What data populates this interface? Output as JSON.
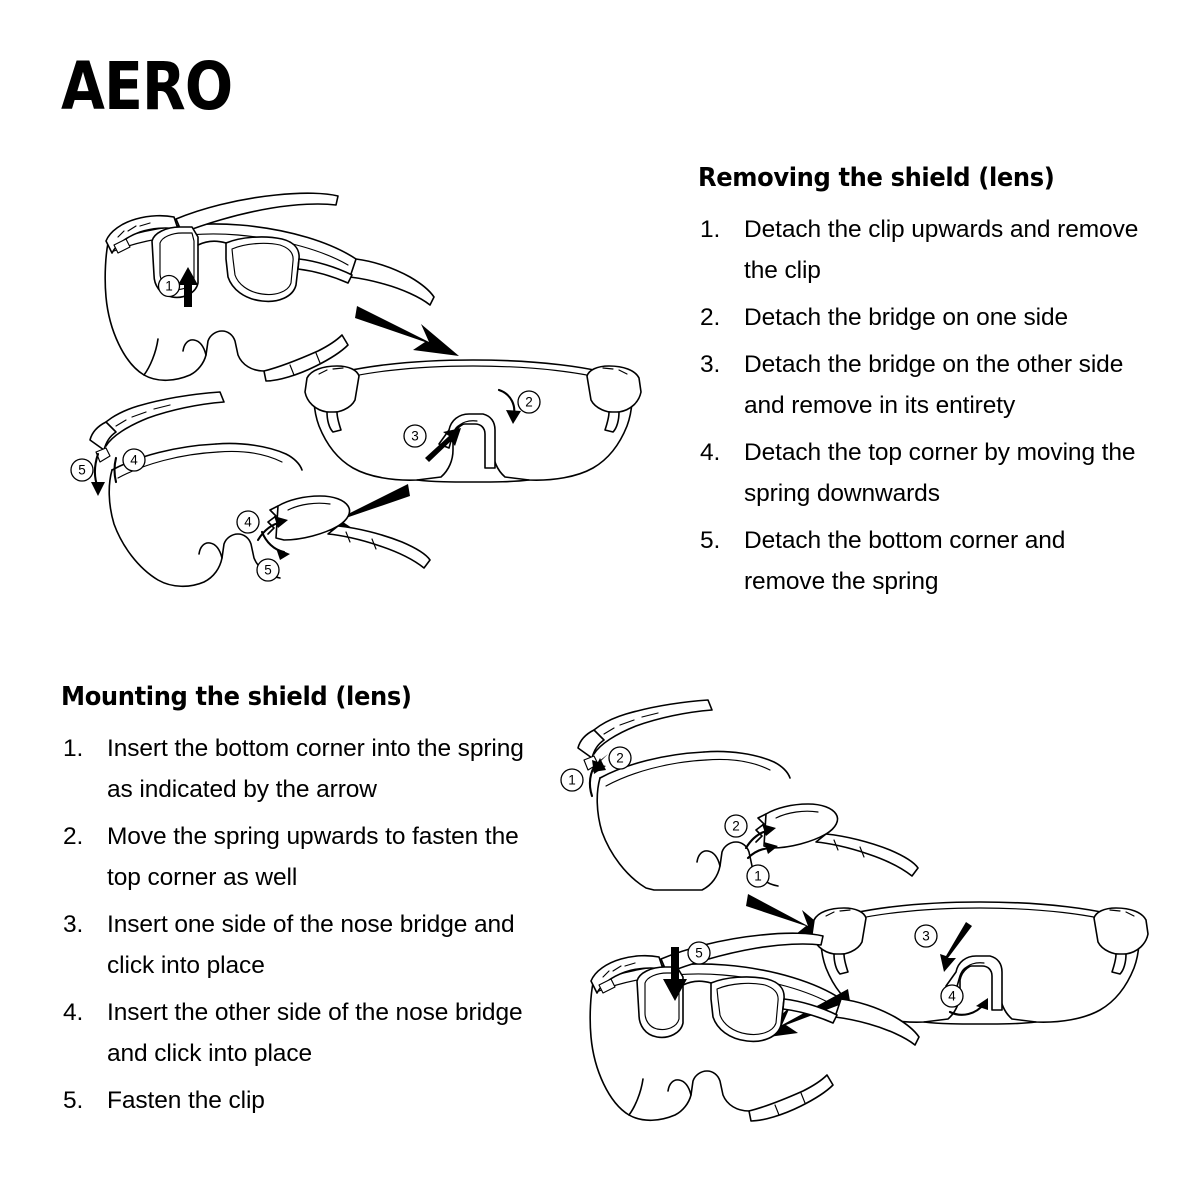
{
  "title": "AERO",
  "removal": {
    "heading": "Removing the shield (lens)",
    "steps": [
      {
        "num": "1.",
        "text": "Detach the clip upwards and remove the clip"
      },
      {
        "num": "2.",
        "text": "Detach the bridge on one side"
      },
      {
        "num": "3.",
        "text": "Detach the bridge on the other side and remove in its entirety"
      },
      {
        "num": "4.",
        "text": "Detach the top corner by moving the spring downwards"
      },
      {
        "num": "5.",
        "text": "Detach the bottom corner and remove the spring"
      }
    ]
  },
  "mounting": {
    "heading": "Mounting the shield (lens)",
    "steps": [
      {
        "num": "1.",
        "text": "Insert the bottom corner into the spring as indicated by the arrow"
      },
      {
        "num": "2.",
        "text": "Move the spring upwards to fasten the top corner as well"
      },
      {
        "num": "3.",
        "text": "Insert one side of the nose bridge and click into place"
      },
      {
        "num": "4.",
        "text": "Insert the other side of the nose bridge and click into place"
      },
      {
        "num": "5.",
        "text": "Fasten the clip"
      }
    ]
  },
  "callouts": {
    "removal_fig1": [
      "1"
    ],
    "removal_fig2": [
      "2",
      "3"
    ],
    "removal_fig3": [
      "4",
      "5",
      "4",
      "5"
    ],
    "mounting_fig1": [
      "1",
      "2",
      "2",
      "1"
    ],
    "mounting_fig2": [
      "3",
      "4"
    ],
    "mounting_fig3": [
      "5"
    ]
  },
  "colors": {
    "background": "#ffffff",
    "ink": "#000000"
  }
}
